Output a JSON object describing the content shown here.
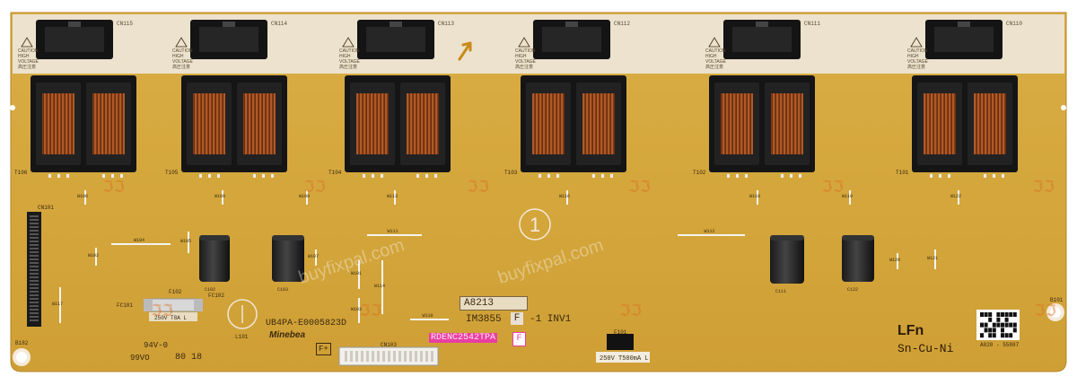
{
  "board": {
    "connectors_top": [
      "CN115",
      "CN114",
      "CN113",
      "CN112",
      "CN111",
      "CN110"
    ],
    "caution_text": [
      "CAUTION",
      "HIGH",
      "VOLTAGE",
      "高圧注意"
    ],
    "transformers": [
      "T106",
      "T105",
      "T104",
      "T103",
      "T102",
      "T101"
    ],
    "wires": [
      "W106",
      "W109",
      "W108",
      "W113",
      "W116",
      "W118",
      "W119",
      "W122",
      "W104",
      "W105",
      "W102",
      "W107",
      "W111",
      "W112",
      "W117",
      "W101",
      "W103",
      "W110",
      "W114",
      "W120",
      "W121"
    ],
    "connector_left": "CN101",
    "connector_bottom": "CN103",
    "capacitors": [
      "C102",
      "C103",
      "C111",
      "C122"
    ],
    "circle_mark": "1",
    "fuse_left": {
      "ref": "F102",
      "ref2": "FC101",
      "ref3": "FC102",
      "rating": "250V T8A L"
    },
    "fuse_right": {
      "ref": "F101",
      "rating": "250V T500mA L"
    },
    "inductor": "L101",
    "part_number": "UB4PA-E0005823D",
    "maker": "Minebea",
    "model_box": "A8213",
    "model_line": "IM3855",
    "model_line_suffix1": "F",
    "model_line_suffix2": "-1 INV1",
    "barcode_label": "RDENC2542TPA",
    "barcode_suffix": "F",
    "flammability": "94V-0",
    "date_code": "99VO",
    "date_code2": "80 18",
    "f_plus": "F+",
    "lead_free_1": "LFn",
    "lead_free_2": "Sn-Cu-Ni",
    "qr_caption": "A820 - 55887",
    "screw_left": "B182",
    "screw_right": "B101",
    "watermark": "buyfixpal.com",
    "colors": {
      "pcb": "#d4a93c",
      "pcb_dark": "#c39430",
      "silk_area": "#ede3cf",
      "pink": "#e93ea2",
      "copper": "#b65a22"
    }
  }
}
